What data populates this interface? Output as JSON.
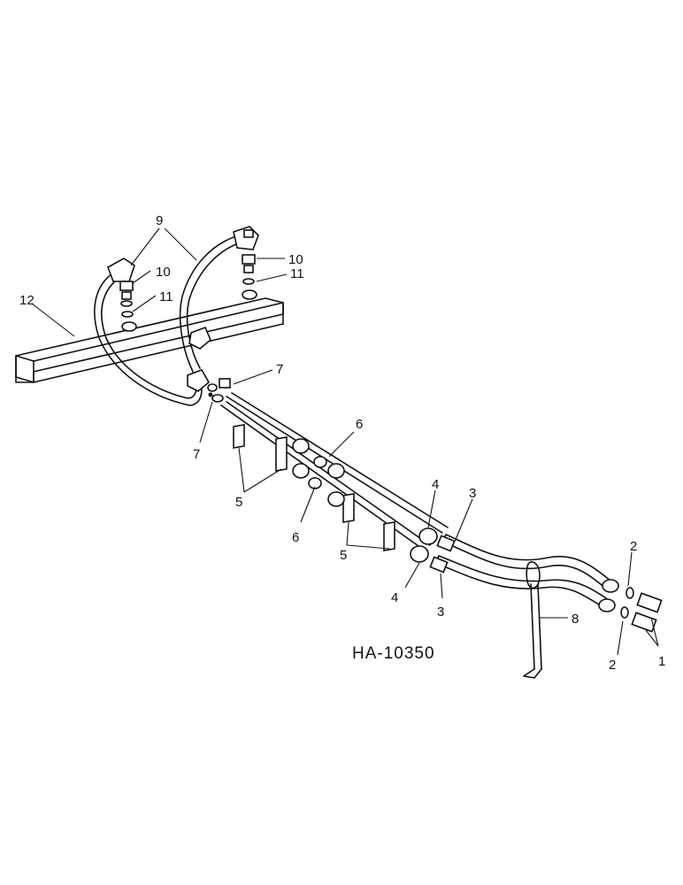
{
  "drawing_id": "HA-10350",
  "callouts": [
    {
      "id": "c1",
      "text": "1"
    },
    {
      "id": "c2a",
      "text": "2"
    },
    {
      "id": "c2b",
      "text": "2"
    },
    {
      "id": "c3a",
      "text": "3"
    },
    {
      "id": "c3b",
      "text": "3"
    },
    {
      "id": "c4a",
      "text": "4"
    },
    {
      "id": "c4b",
      "text": "4"
    },
    {
      "id": "c5a",
      "text": "5"
    },
    {
      "id": "c5b",
      "text": "5"
    },
    {
      "id": "c6a",
      "text": "6"
    },
    {
      "id": "c6b",
      "text": "6"
    },
    {
      "id": "c7a",
      "text": "7"
    },
    {
      "id": "c7b",
      "text": "7"
    },
    {
      "id": "c8",
      "text": "8"
    },
    {
      "id": "c9",
      "text": "9"
    },
    {
      "id": "c10a",
      "text": "10"
    },
    {
      "id": "c10b",
      "text": "10"
    },
    {
      "id": "c11a",
      "text": "11"
    },
    {
      "id": "c11b",
      "text": "11"
    },
    {
      "id": "c12",
      "text": "12"
    }
  ]
}
